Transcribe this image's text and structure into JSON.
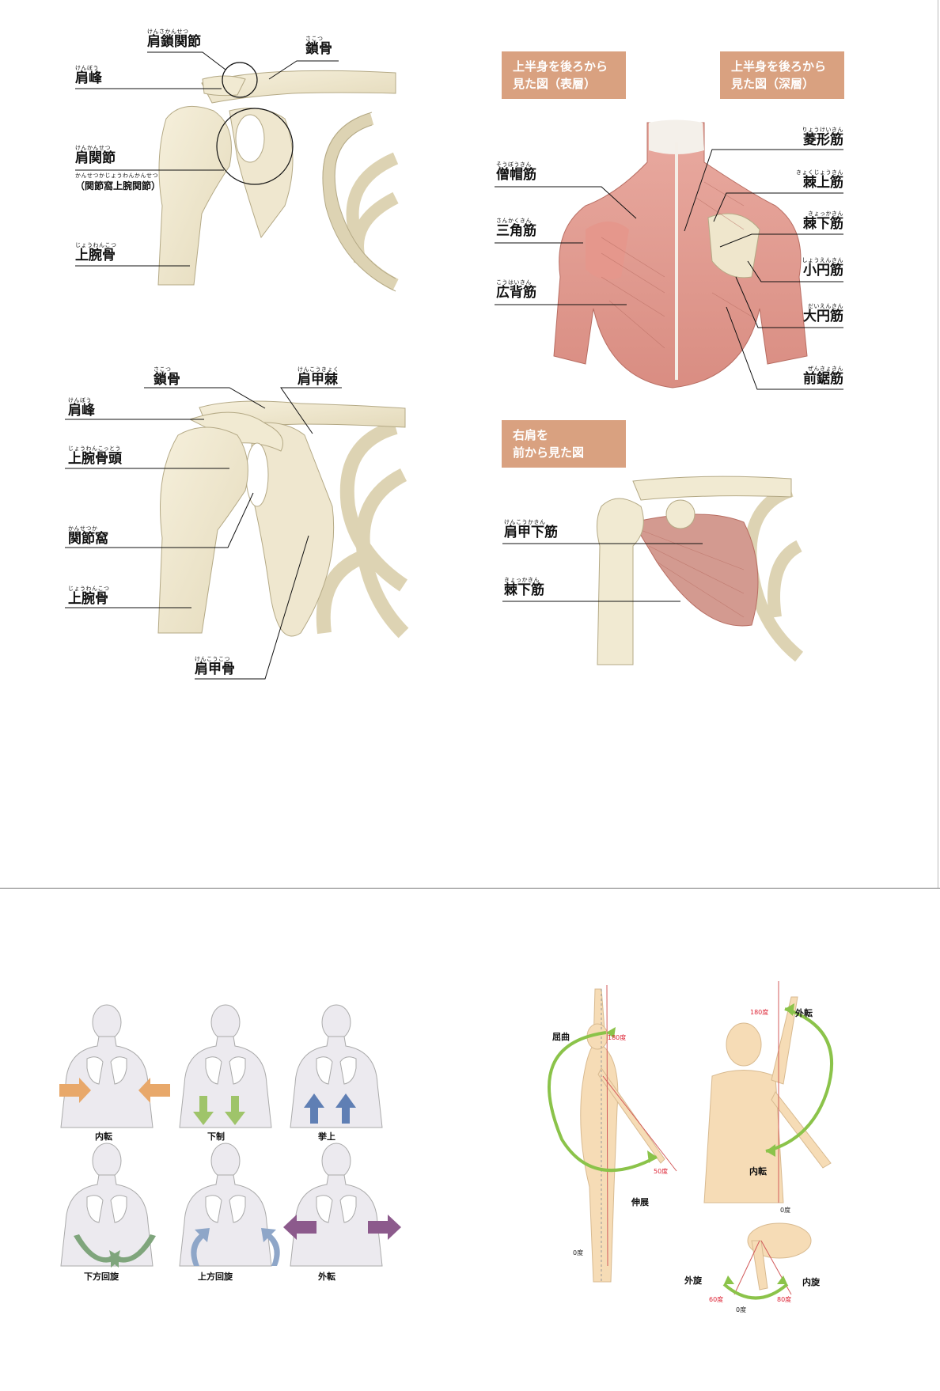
{
  "shoulder_front": {
    "labels": [
      {
        "ruby": "けんさかんせつ",
        "text": "肩鎖関節"
      },
      {
        "ruby": "さこつ",
        "text": "鎖骨"
      },
      {
        "ruby": "けんぼう",
        "text": "肩峰"
      },
      {
        "ruby": "けんかんせつ",
        "text": "肩関節"
      },
      {
        "ruby": "かんせつかじょうわんかんせつ",
        "text": "（関節窩上腕関節）"
      },
      {
        "ruby": "じょうわんこつ",
        "text": "上腕骨"
      }
    ]
  },
  "shoulder_bones": {
    "labels": [
      {
        "ruby": "さこつ",
        "text": "鎖骨"
      },
      {
        "ruby": "けんこうきょく",
        "text": "肩甲棘"
      },
      {
        "ruby": "けんぼう",
        "text": "肩峰"
      },
      {
        "ruby": "じょうわんこっとう",
        "text": "上腕骨頭"
      },
      {
        "ruby": "かんせつか",
        "text": "関節窩"
      },
      {
        "ruby": "じょうわんこつ",
        "text": "上腕骨"
      },
      {
        "ruby": "けんこうこつ",
        "text": "肩甲骨"
      }
    ]
  },
  "back_muscles": {
    "tag_left": [
      "上半身を後ろから",
      "見た図（表層）"
    ],
    "tag_right": [
      "上半身を後ろから",
      "見た図（深層）"
    ],
    "left_labels": [
      {
        "ruby": "そうぼうきん",
        "text": "僧帽筋"
      },
      {
        "ruby": "さんかくきん",
        "text": "三角筋"
      },
      {
        "ruby": "こうはいきん",
        "text": "広背筋"
      }
    ],
    "right_labels": [
      {
        "ruby": "りょうけいきん",
        "text": "菱形筋"
      },
      {
        "ruby": "きょくじょうきん",
        "text": "棘上筋"
      },
      {
        "ruby": "きょっかきん",
        "text": "棘下筋"
      },
      {
        "ruby": "しょうえんきん",
        "text": "小円筋"
      },
      {
        "ruby": "だいえんきん",
        "text": "大円筋"
      },
      {
        "ruby": "ぜんきょきん",
        "text": "前鋸筋"
      }
    ]
  },
  "front_muscles": {
    "tag": [
      "右肩を",
      "前から見た図"
    ],
    "labels": [
      {
        "ruby": "けんこうかきん",
        "text": "肩甲下筋"
      },
      {
        "ruby": "きょっかきん",
        "text": "棘下筋"
      }
    ]
  },
  "scapula_motions": {
    "items": [
      "内転",
      "下制",
      "挙上",
      "下方回旋",
      "上方回旋",
      "外転"
    ],
    "colors": {
      "内転": "#e8a86a",
      "下制": "#9fc46a",
      "挙上": "#5f7fb4",
      "下方回旋": "#7fa57c",
      "上方回旋": "#8ea6c8",
      "外転": "#8c5a8c"
    }
  },
  "rom": {
    "flex_label": "屈曲",
    "ext_label": "伸展",
    "flex_deg": "180度",
    "ext_deg": "50度",
    "zero1": "0度",
    "abd_label": "外転",
    "add_label": "内転",
    "abd_deg": "180度",
    "zero2": "0度",
    "ext_rot": "外旋",
    "int_rot": "内旋",
    "ext_rot_deg": "60度",
    "int_rot_deg": "80度",
    "zero3": "0度"
  }
}
